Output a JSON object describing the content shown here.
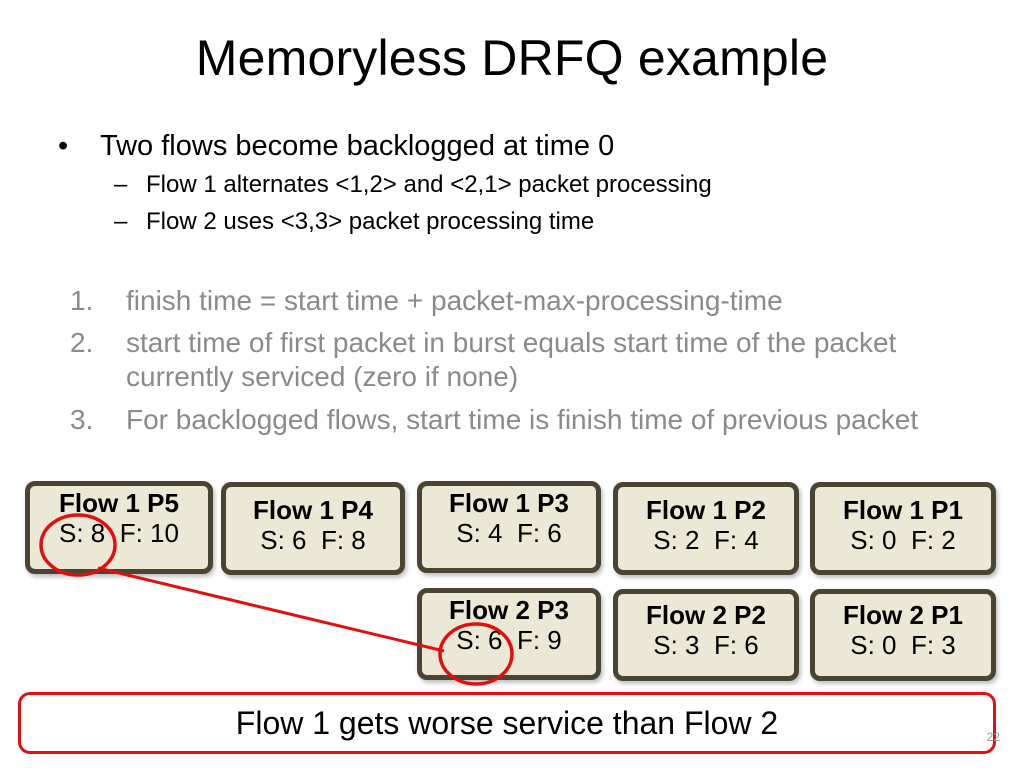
{
  "slide": {
    "title": "Memoryless DRFQ example",
    "page_number": "22",
    "bullet": {
      "marker": "•",
      "text": "Two flows become backlogged at time 0",
      "sub": [
        {
          "marker": "–",
          "text": "Flow 1 alternates <1,2> and <2,1> packet processing"
        },
        {
          "marker": "–",
          "text": "Flow 2 uses <3,3> packet processing time"
        }
      ]
    },
    "rules": [
      {
        "n": "1.",
        "text": "finish time = start time + packet-max-processing-time"
      },
      {
        "n": "2.",
        "text": "start time of first packet in burst equals start time of the packet currently serviced (zero if none)"
      },
      {
        "n": "3.",
        "text": "For backlogged flows, start time is finish time of previous packet"
      }
    ],
    "flow1": [
      {
        "label": "Flow 1 P5",
        "sf": "S: 8  F: 10"
      },
      {
        "label": "Flow 1 P4",
        "sf": "S: 6  F: 8"
      },
      {
        "label": "Flow 1 P3",
        "sf": "S: 4  F: 6"
      },
      {
        "label": "Flow 1 P2",
        "sf": "S: 2  F: 4"
      },
      {
        "label": "Flow 1 P1",
        "sf": "S: 0  F: 2"
      }
    ],
    "flow2": [
      {
        "label": "Flow 2 P3",
        "sf": "S: 6  F: 9"
      },
      {
        "label": "Flow 2 P2",
        "sf": "S: 3  F: 6"
      },
      {
        "label": "Flow 2 P1",
        "sf": "S: 0  F: 3"
      }
    ],
    "conclusion": "Flow 1 gets worse service than Flow 2",
    "colors": {
      "box_fill": "#ece8d6",
      "box_border": "#4a4533",
      "highlight": "#e01010",
      "muted_text": "#8a8a8a"
    }
  }
}
